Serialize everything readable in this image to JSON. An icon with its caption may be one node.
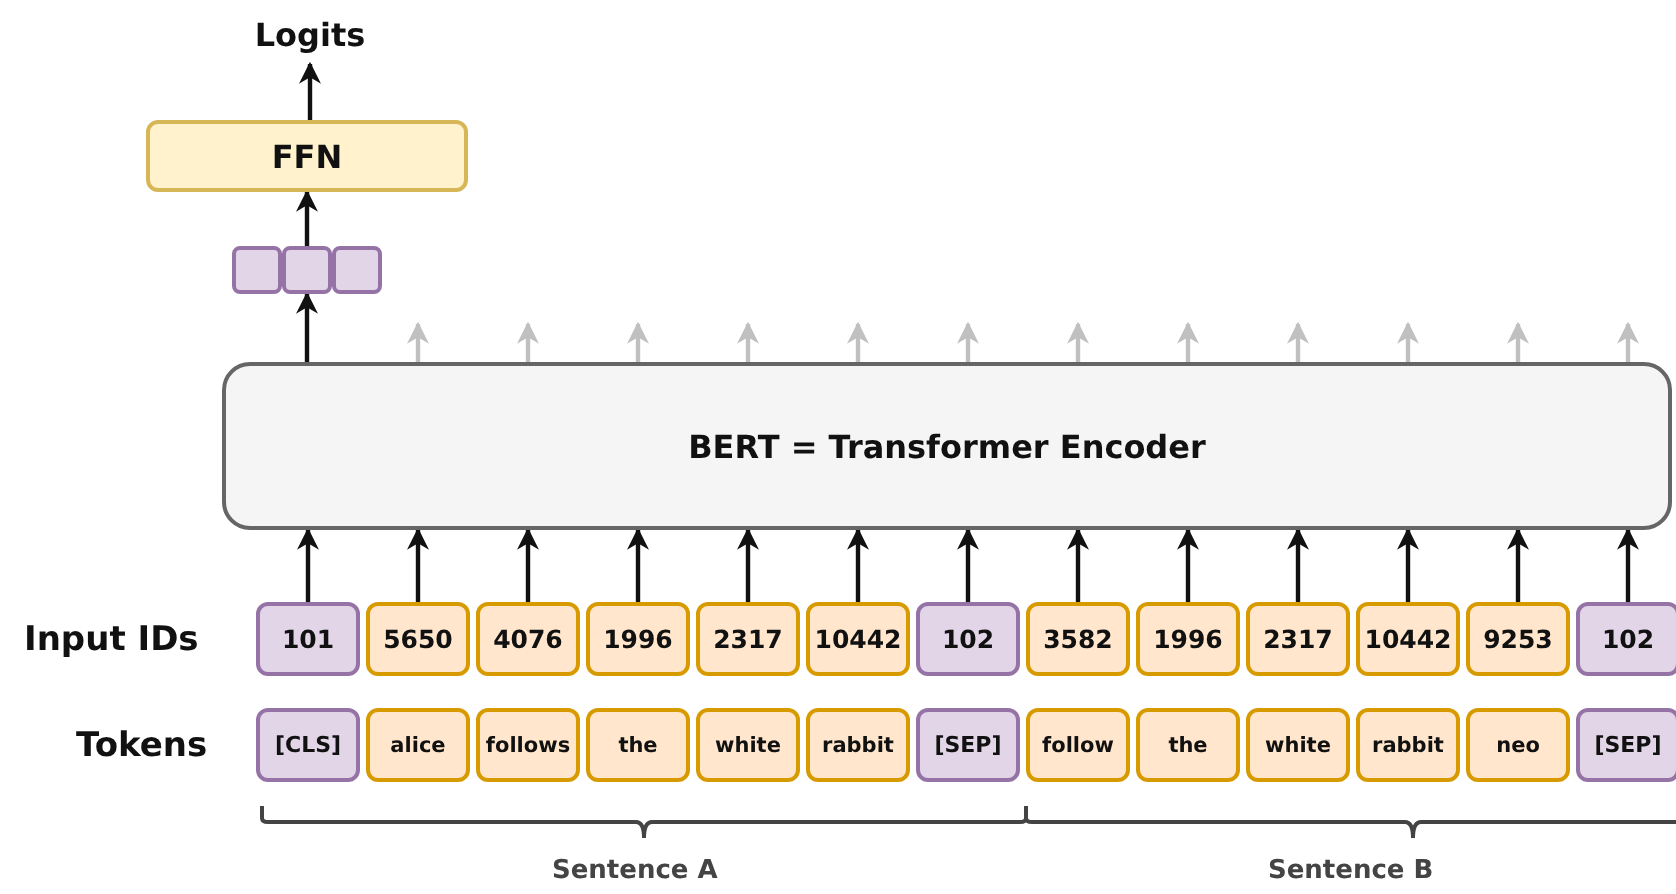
{
  "diagram": {
    "nodes": [
      {
        "text": [
          "Logits"
        ]
      },
      {
        "text": [
          "FFN"
        ]
      },
      {
        "text": [],
        "shape": "box"
      },
      {
        "text": [],
        "shape": "box"
      },
      {
        "text": [],
        "shape": "box"
      },
      {
        "text": [
          "BERT = Transformer Encoder"
        ]
      },
      {
        "text": [
          "101"
        ]
      },
      {
        "text": [
          "5650"
        ]
      },
      {
        "text": [
          "4076"
        ]
      },
      {
        "text": [
          "1996"
        ]
      },
      {
        "text": [
          "2317"
        ]
      },
      {
        "text": [
          "10442"
        ]
      },
      {
        "text": [
          "102"
        ]
      },
      {
        "text": [
          "3582"
        ]
      },
      {
        "text": [
          "1996"
        ]
      },
      {
        "text": [
          "2317"
        ]
      },
      {
        "text": [
          "10442"
        ]
      },
      {
        "text": [
          "9253"
        ]
      },
      {
        "text": [
          "102"
        ]
      },
      {
        "text": [
          "[CLS]"
        ]
      },
      {
        "text": [
          "alice"
        ]
      },
      {
        "text": [
          "follows"
        ]
      },
      {
        "text": [
          "the"
        ]
      },
      {
        "text": [
          "white"
        ]
      },
      {
        "text": [
          "rabbit"
        ]
      },
      {
        "text": [
          "[SEP]"
        ]
      },
      {
        "text": [
          "follow"
        ]
      },
      {
        "text": [
          "the"
        ]
      },
      {
        "text": [
          "white"
        ]
      },
      {
        "text": [
          "rabbit"
        ]
      },
      {
        "text": [
          "neo"
        ]
      },
      {
        "text": [
          "[SEP]"
        ]
      }
    ],
    "edges": [
      {
        "from": 1,
        "to": 0,
        "arrow": "to"
      },
      {
        "from": 3,
        "to": 1,
        "arrow": "to"
      },
      {
        "from": 5,
        "to": 3,
        "arrow": "to"
      },
      {
        "from": 5,
        "to": null,
        "arrow": "to",
        "color": "#c0c0c0"
      },
      {
        "from": 5,
        "to": null,
        "arrow": "to",
        "color": "#c0c0c0"
      },
      {
        "from": 5,
        "to": null,
        "arrow": "to",
        "color": "#c0c0c0"
      },
      {
        "from": 5,
        "to": null,
        "arrow": "to",
        "color": "#c0c0c0"
      },
      {
        "from": 5,
        "to": null,
        "arrow": "to",
        "color": "#c0c0c0"
      },
      {
        "from": 5,
        "to": null,
        "arrow": "to",
        "color": "#c0c0c0"
      },
      {
        "from": 5,
        "to": null,
        "arrow": "to",
        "color": "#c0c0c0"
      },
      {
        "from": 5,
        "to": null,
        "arrow": "to",
        "color": "#c0c0c0"
      },
      {
        "from": 5,
        "to": null,
        "arrow": "to",
        "color": "#c0c0c0"
      },
      {
        "from": 5,
        "to": null,
        "arrow": "to",
        "color": "#c0c0c0"
      },
      {
        "from": 5,
        "to": null,
        "arrow": "to",
        "color": "#c0c0c0"
      },
      {
        "from": 5,
        "to": null,
        "arrow": "to",
        "color": "#c0c0c0"
      },
      {
        "from": 6,
        "to": 5,
        "arrow": "to"
      },
      {
        "from": 7,
        "to": 5,
        "arrow": "to"
      },
      {
        "from": 8,
        "to": 5,
        "arrow": "to"
      },
      {
        "from": 9,
        "to": 5,
        "arrow": "to"
      },
      {
        "from": 10,
        "to": 5,
        "arrow": "to"
      },
      {
        "from": 11,
        "to": 5,
        "arrow": "to"
      },
      {
        "from": 12,
        "to": 5,
        "arrow": "to"
      },
      {
        "from": 13,
        "to": 5,
        "arrow": "to"
      },
      {
        "from": 14,
        "to": 5,
        "arrow": "to"
      },
      {
        "from": 15,
        "to": 5,
        "arrow": "to"
      },
      {
        "from": 16,
        "to": 5,
        "arrow": "to"
      },
      {
        "from": 17,
        "to": 5,
        "arrow": "to"
      },
      {
        "from": 18,
        "to": 5,
        "arrow": "to"
      }
    ],
    "labels": [
      "Input IDs",
      "Tokens",
      "Sentence A",
      "Sentence B"
    ]
  }
}
